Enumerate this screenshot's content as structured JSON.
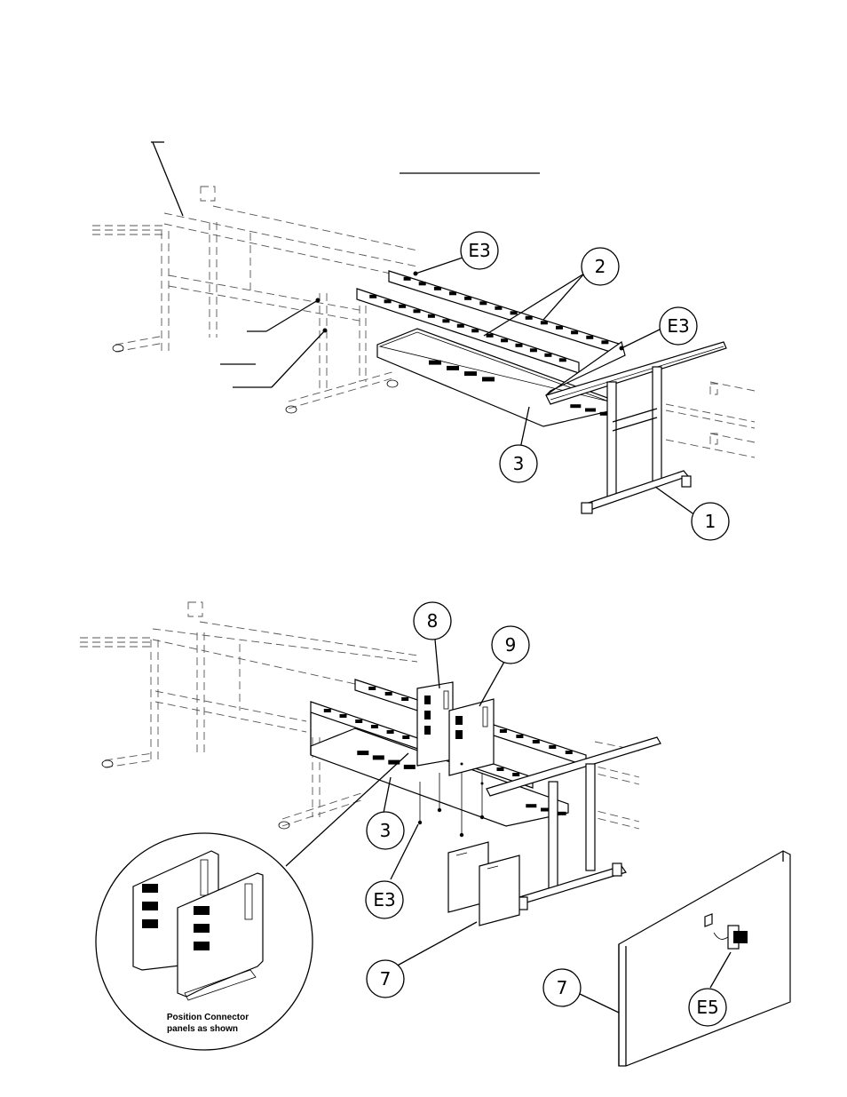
{
  "callouts": {
    "top": {
      "e3_left": "E3",
      "e3_right": "E3",
      "item2": "2",
      "item3": "3",
      "item1": "1"
    },
    "bottom": {
      "item8": "8",
      "item9": "9",
      "item3": "3",
      "e3": "E3",
      "item7_left": "7",
      "item7_right": "7",
      "e5": "E5"
    }
  },
  "detail_note": {
    "line1": "Position Connector",
    "line2": "panels as shown"
  }
}
